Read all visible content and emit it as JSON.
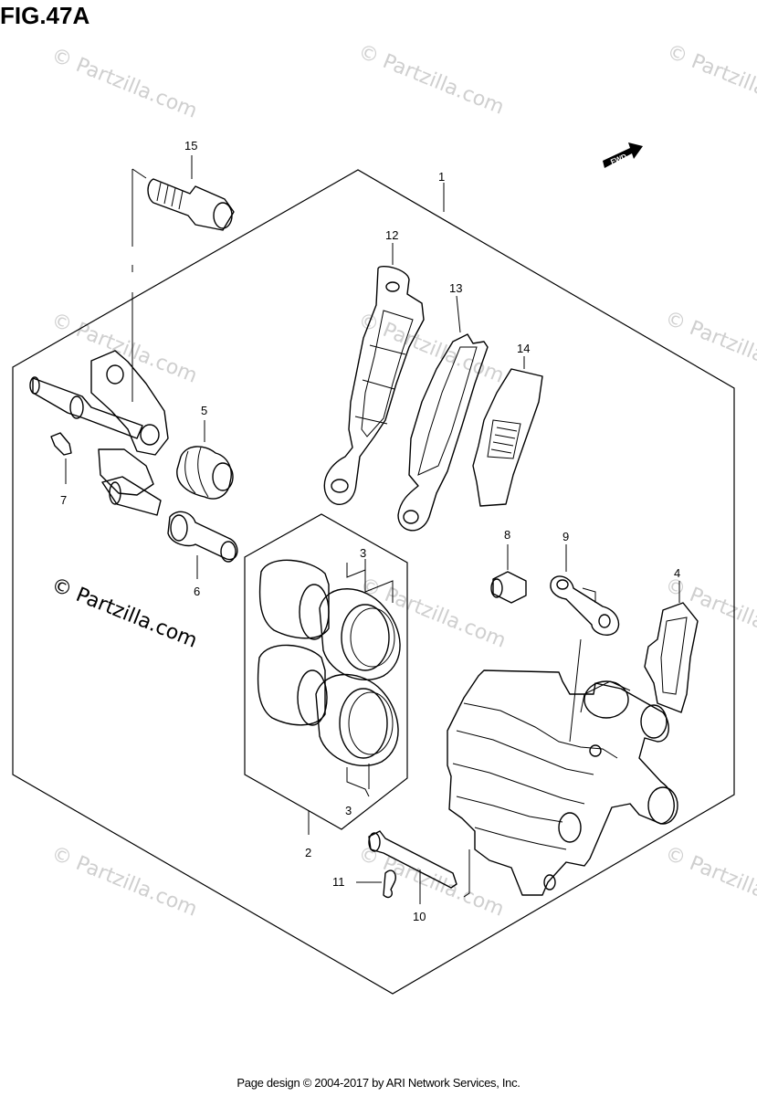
{
  "figure": {
    "title": "FIG.47A"
  },
  "watermarks": {
    "small": "© Partzilla.com",
    "large": "© Partzilla.com"
  },
  "fwd_label": "FWD",
  "callouts": [
    {
      "id": "1",
      "label": "1"
    },
    {
      "id": "2",
      "label": "2"
    },
    {
      "id": "3a",
      "label": "3"
    },
    {
      "id": "3b",
      "label": "3"
    },
    {
      "id": "4",
      "label": "4"
    },
    {
      "id": "5",
      "label": "5"
    },
    {
      "id": "6",
      "label": "6"
    },
    {
      "id": "7",
      "label": "7"
    },
    {
      "id": "8",
      "label": "8"
    },
    {
      "id": "9",
      "label": "9"
    },
    {
      "id": "10",
      "label": "10"
    },
    {
      "id": "11",
      "label": "11"
    },
    {
      "id": "12",
      "label": "12"
    },
    {
      "id": "13",
      "label": "13"
    },
    {
      "id": "14",
      "label": "14"
    },
    {
      "id": "15",
      "label": "15"
    }
  ],
  "footer": {
    "text": "Page design © 2004-2017 by ARI Network Services, Inc."
  }
}
